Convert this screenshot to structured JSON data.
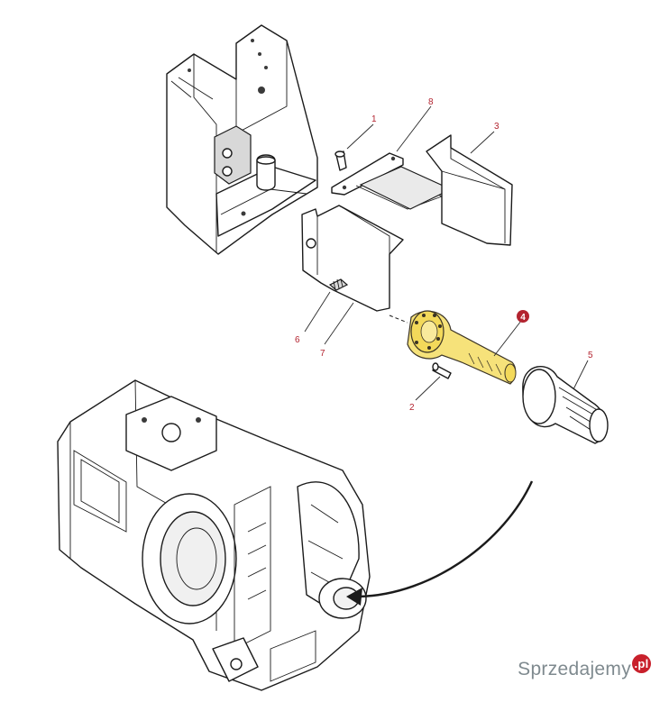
{
  "diagram": {
    "callouts": [
      {
        "id": "1",
        "label": "1",
        "highlighted": false
      },
      {
        "id": "2",
        "label": "2",
        "highlighted": false
      },
      {
        "id": "3",
        "label": "3",
        "highlighted": false
      },
      {
        "id": "4",
        "label": "4",
        "highlighted": true
      },
      {
        "id": "5",
        "label": "5",
        "highlighted": false
      },
      {
        "id": "6",
        "label": "6",
        "highlighted": false
      },
      {
        "id": "7",
        "label": "7",
        "highlighted": false
      },
      {
        "id": "8",
        "label": "8",
        "highlighted": false
      }
    ],
    "colors": {
      "callout_text": "#b32430",
      "highlight_badge": "#b32430",
      "highlighted_part": "#f6e27a",
      "line_art": "#1b1b1b"
    }
  },
  "watermark": {
    "text": "Sprzedajemy",
    "badge": ".pl"
  }
}
